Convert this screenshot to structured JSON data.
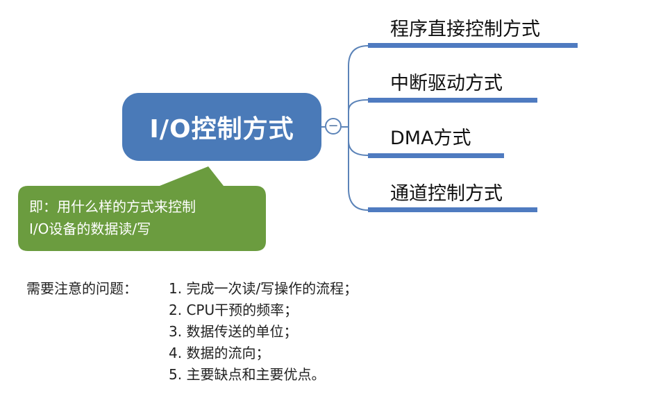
{
  "mindmap": {
    "root": "I/O控制方式",
    "branches": [
      "程序直接控制方式",
      "中断驱动方式",
      "DMA方式",
      "通道控制方式"
    ],
    "note_lines": [
      "即：用什么样的方式来控制",
      "I/O设备的数据读/写"
    ],
    "toggle_symbol": "−"
  },
  "notes": {
    "title": "需要注意的问题：",
    "items": [
      "1. 完成一次读/写操作的流程；",
      "2. CPU干预的频率；",
      "3. 数据传送的单位；",
      "4. 数据的流向；",
      "5. 主要缺点和主要优点。"
    ]
  },
  "colors": {
    "root_fill": "#4a7ab8",
    "branch_line": "#4f7bc0",
    "note_fill": "#6b9c3f"
  }
}
